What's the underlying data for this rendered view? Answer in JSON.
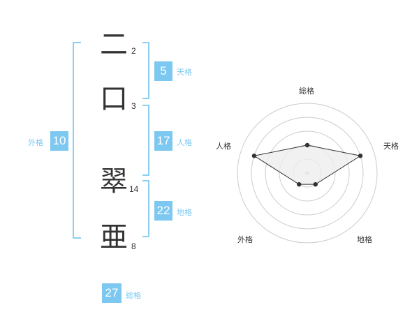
{
  "name": {
    "chars": [
      {
        "char": "二",
        "strokes": "2"
      },
      {
        "char": "口",
        "strokes": "3"
      },
      {
        "char": "翠",
        "strokes": "14"
      },
      {
        "char": "亜",
        "strokes": "8"
      }
    ]
  },
  "scores": {
    "tenkaku": {
      "value": "5",
      "label": "天格"
    },
    "jinkaku": {
      "value": "17",
      "label": "人格"
    },
    "chikaku": {
      "value": "22",
      "label": "地格"
    },
    "gaikaku": {
      "value": "10",
      "label": "外格"
    },
    "soukaku": {
      "value": "27",
      "label": "総格"
    }
  },
  "radar": {
    "labels": {
      "top": "総格",
      "right": "天格",
      "bottom_right": "地格",
      "bottom_left": "外格",
      "left": "人格"
    }
  },
  "chart_data": {
    "type": "radar",
    "axes": [
      "総格",
      "天格",
      "地格",
      "外格",
      "人格"
    ],
    "values": [
      2,
      4,
      1,
      1,
      4
    ],
    "max": 5,
    "rings": 5,
    "colors": {
      "fill": "#eeeeee",
      "line": "#333333",
      "ring": "#cccccc",
      "accent": "#7cc8f0"
    }
  }
}
